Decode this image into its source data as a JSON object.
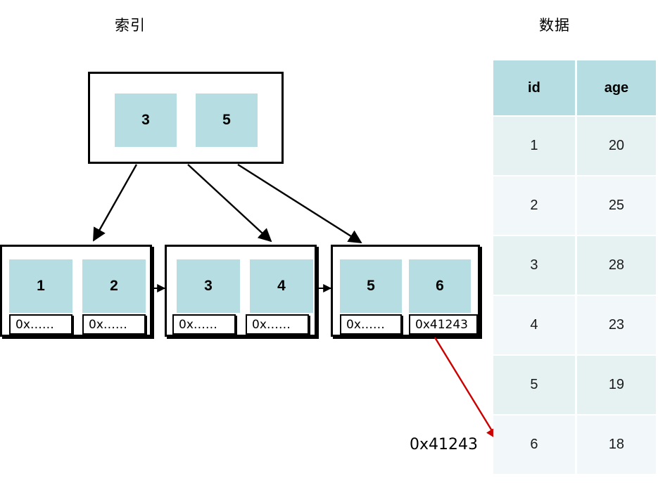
{
  "titles": {
    "index": "索引",
    "data": "数据"
  },
  "index_tree": {
    "root": {
      "keys": [
        "3",
        "5"
      ]
    },
    "leaves": [
      {
        "cells": [
          {
            "key": "1",
            "pointer": "0x……"
          },
          {
            "key": "2",
            "pointer": "0x……"
          }
        ]
      },
      {
        "cells": [
          {
            "key": "3",
            "pointer": "0x……"
          },
          {
            "key": "4",
            "pointer": "0x……"
          }
        ]
      },
      {
        "cells": [
          {
            "key": "5",
            "pointer": "0x……"
          },
          {
            "key": "6",
            "pointer": "0x41243"
          }
        ]
      }
    ]
  },
  "annotation": {
    "address_label": "0x41243"
  },
  "data_table": {
    "columns": [
      "id",
      "age"
    ],
    "rows": [
      [
        "1",
        "20"
      ],
      [
        "2",
        "25"
      ],
      [
        "3",
        "28"
      ],
      [
        "4",
        "23"
      ],
      [
        "5",
        "19"
      ],
      [
        "6",
        "18"
      ]
    ]
  },
  "colors": {
    "key_cell": "#b5dde2",
    "table_header": "#b5dde2",
    "table_row_a": "#e6f1f2",
    "table_row_b": "#f2f8fa",
    "stroke": "#000000",
    "pointer_arrow": "#cc0000"
  }
}
